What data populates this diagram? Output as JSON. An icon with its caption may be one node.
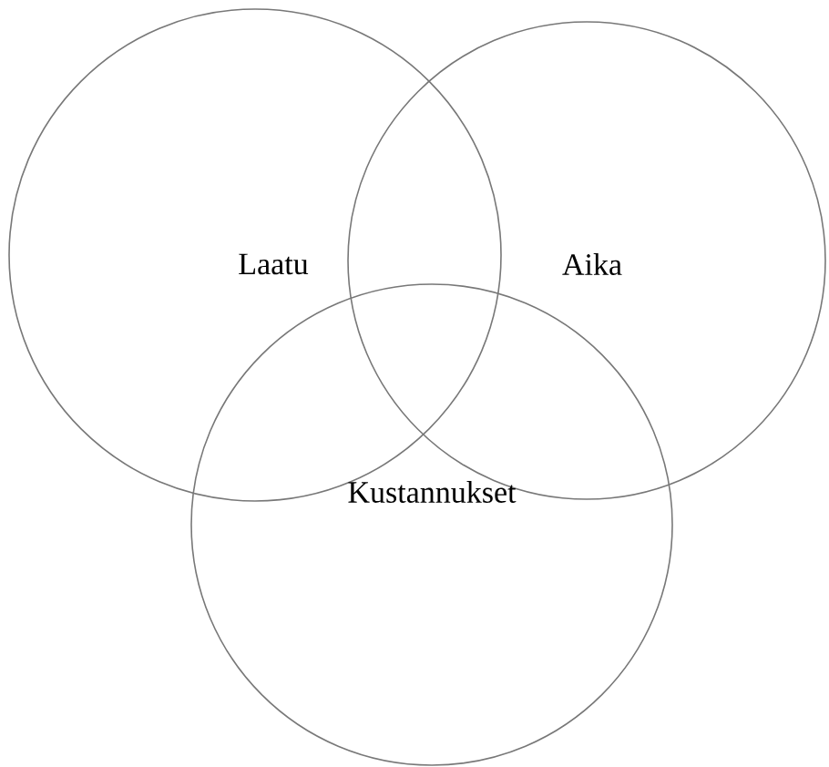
{
  "diagram": {
    "nodes": [
      {
        "text": [
          "Laatu"
        ]
      },
      {
        "text": [
          "Aika"
        ]
      },
      {
        "text": [
          "Kustannukset"
        ]
      }
    ]
  }
}
